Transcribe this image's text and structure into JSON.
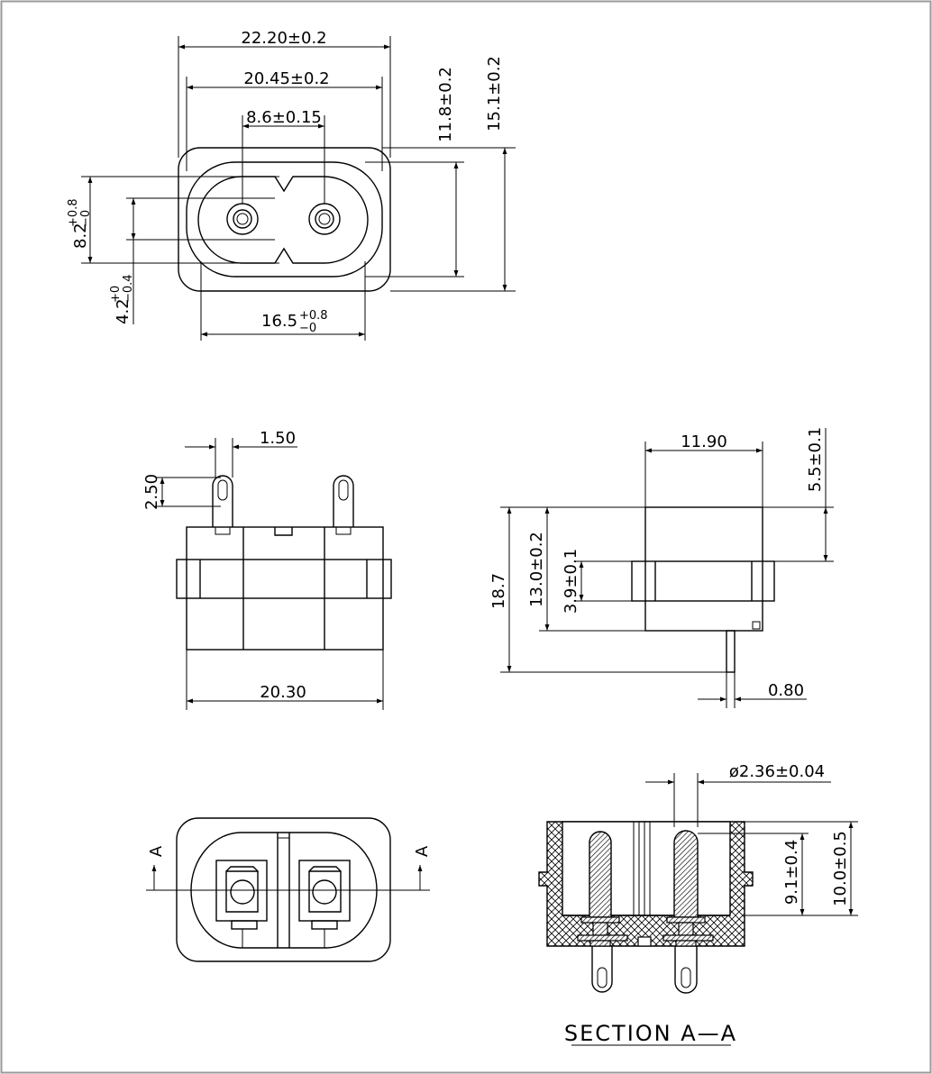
{
  "top_view": {
    "d_width_total": "22.20±0.2",
    "d_width_inner": "20.45±0.2",
    "d_pin_pitch": "8.6±0.15",
    "d_height_inner": "11.8±0.2",
    "d_height_total": "15.1±0.2",
    "d_slot_height_base": "8.2",
    "d_slot_height_tol_plus": "+0.8",
    "d_slot_height_tol_minus": "−0",
    "d_neck_base": "4.2",
    "d_neck_tol_plus": "+0",
    "d_neck_tol_minus": "−0.4",
    "d_opening_base": "16.5",
    "d_opening_tol_plus": "+0.8",
    "d_opening_tol_minus": "−0"
  },
  "front_view": {
    "d_terminal_width": "1.50",
    "d_terminal_length": "2.50",
    "d_body_width": "20.30"
  },
  "side_view": {
    "d_body_depth": "11.90",
    "d_flange_offset": "5.5±0.1",
    "d_total_height": "18.7",
    "d_body_height": "13.0±0.2",
    "d_flange_height": "3.9±0.1",
    "d_pin_thickness": "0.80"
  },
  "bottom_view": {
    "section_marker_left": "A",
    "section_marker_right": "A"
  },
  "section_view": {
    "d_pin_diameter": "ø2.36±0.04",
    "d_pin_height": "9.1±0.4",
    "d_body_height": "10.0±0.5",
    "title": "SECTION A—A"
  }
}
